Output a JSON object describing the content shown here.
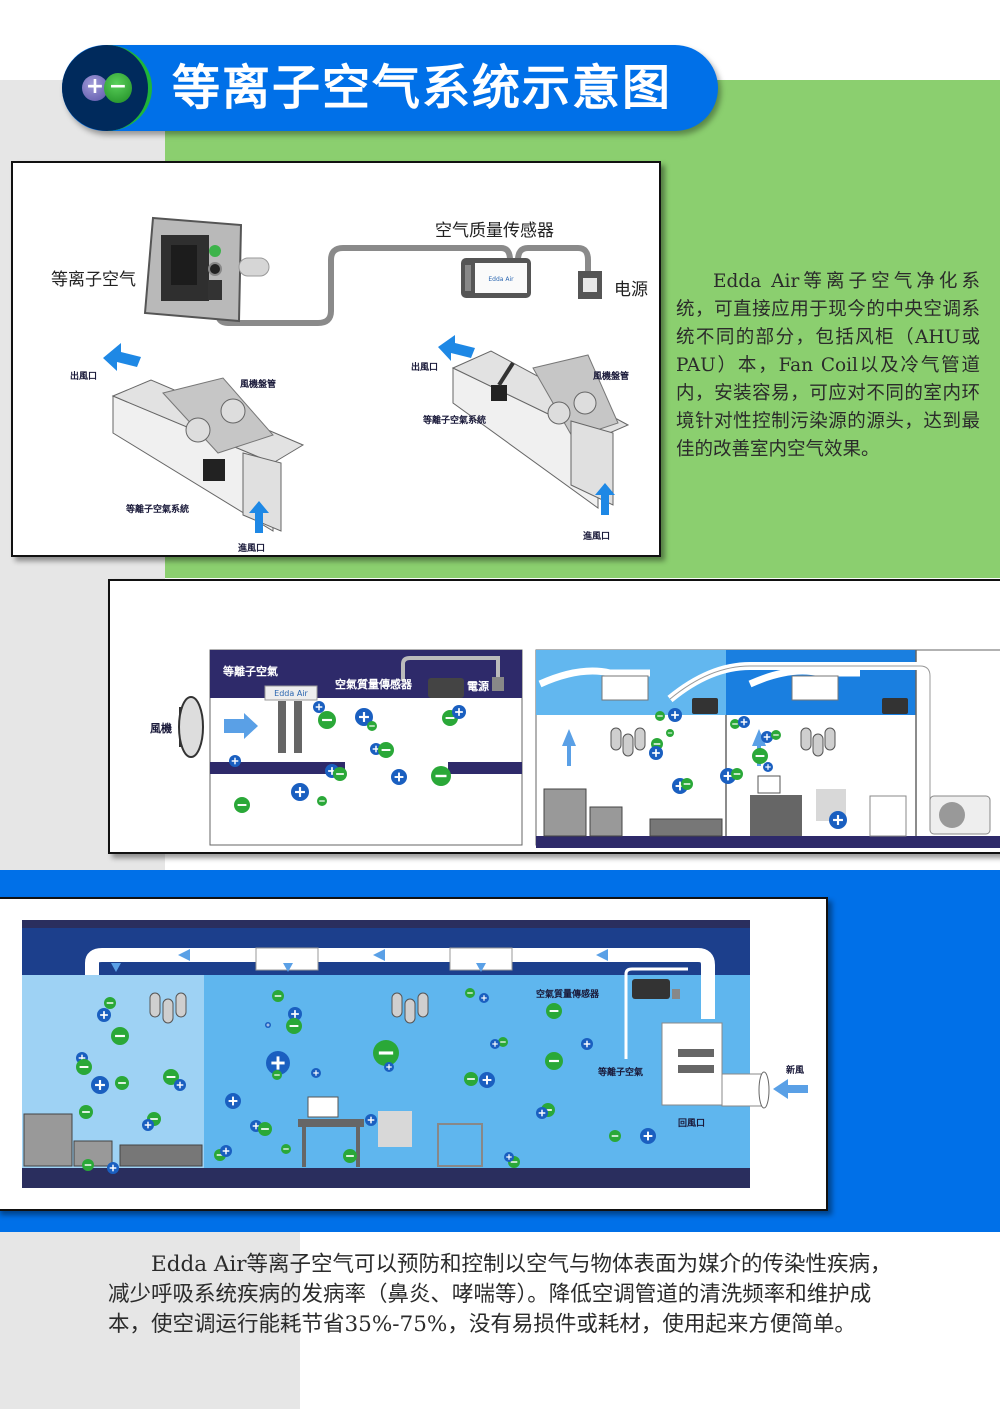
{
  "header": {
    "title": "等离子空气系统示意图",
    "badge_plus": "+",
    "badge_minus": "−"
  },
  "diagram_top": {
    "device_label": "等离子空气",
    "sensor_label": "空气质量传感器",
    "power_label": "电源",
    "left_unit": {
      "outlet": "出風口",
      "coil": "風機盤管",
      "ion_system": "等離子空氣系統",
      "inlet": "進風口"
    },
    "right_unit": {
      "outlet": "出風口",
      "coil": "風機盤管",
      "ion_system": "等離子空氣系統",
      "inlet": "進風口"
    }
  },
  "description_right": "Edda Air等离子空气净化系统，可直接应用于现今的中央空调系统不同的部分，包括风柜（AHU或PAU）本，Fan Coil以及冷气管道内，安装容易，可应对不同的室内环境针对性控制污染源的源头，达到最佳的改善室内空气效果。",
  "diagram_middle": {
    "fan_label": "風機",
    "ion_label": "等離子空氣",
    "brand": "Edda Air",
    "sensor_label": "空氣質量傳感器",
    "power_label": "電源"
  },
  "diagram_bottom": {
    "sensor_label": "空氣質量傳感器",
    "ion_label": "等離子空氣",
    "fresh_air_label": "新風",
    "return_air_label": "回風口"
  },
  "description_bottom": "Edda Air等离子空气可以预防和控制以空气与物体表面为媒介的传染性疾病，减少呼吸系统疾病的发病率（鼻炎、哮喘等）。降低空调管道的清洗频率和维护成本，使空调运行能耗节省35%-75%，没有易损件或耗材，使用起来方便简单。",
  "colors": {
    "brand_blue": "#0070e8",
    "accent_green": "#8bcf6f",
    "navy": "#2a2e5e",
    "ion_positive": "#1a5fc0",
    "ion_negative": "#2aa838"
  }
}
